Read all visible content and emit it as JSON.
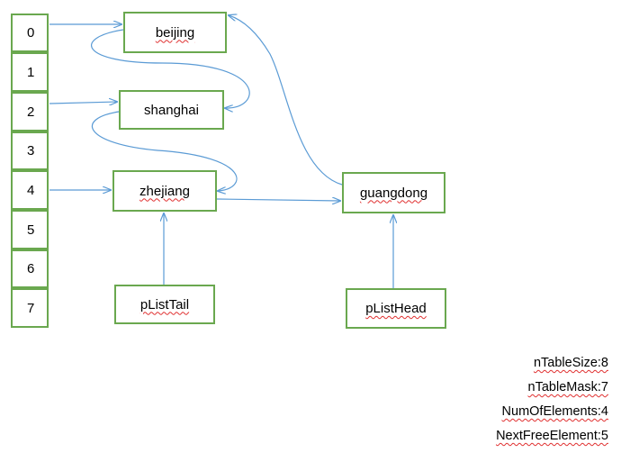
{
  "table_cells": [
    "0",
    "1",
    "2",
    "3",
    "4",
    "5",
    "6",
    "7"
  ],
  "nodes": {
    "beijing": "beijing",
    "shanghai": "shanghai",
    "zhejiang": "zhejiang",
    "guangdong": "guangdong",
    "plisttail": "pListTail",
    "plisthead": "pListHead"
  },
  "stats": {
    "table_size": "nTableSize:8",
    "table_mask": "nTableMask:7",
    "num_elements": "NumOfElements:4",
    "next_free": "NextFreeElement:5"
  },
  "colors": {
    "box_border": "#6aa84f",
    "arrow": "#5b9bd5",
    "spell_underline": "#e03030"
  }
}
